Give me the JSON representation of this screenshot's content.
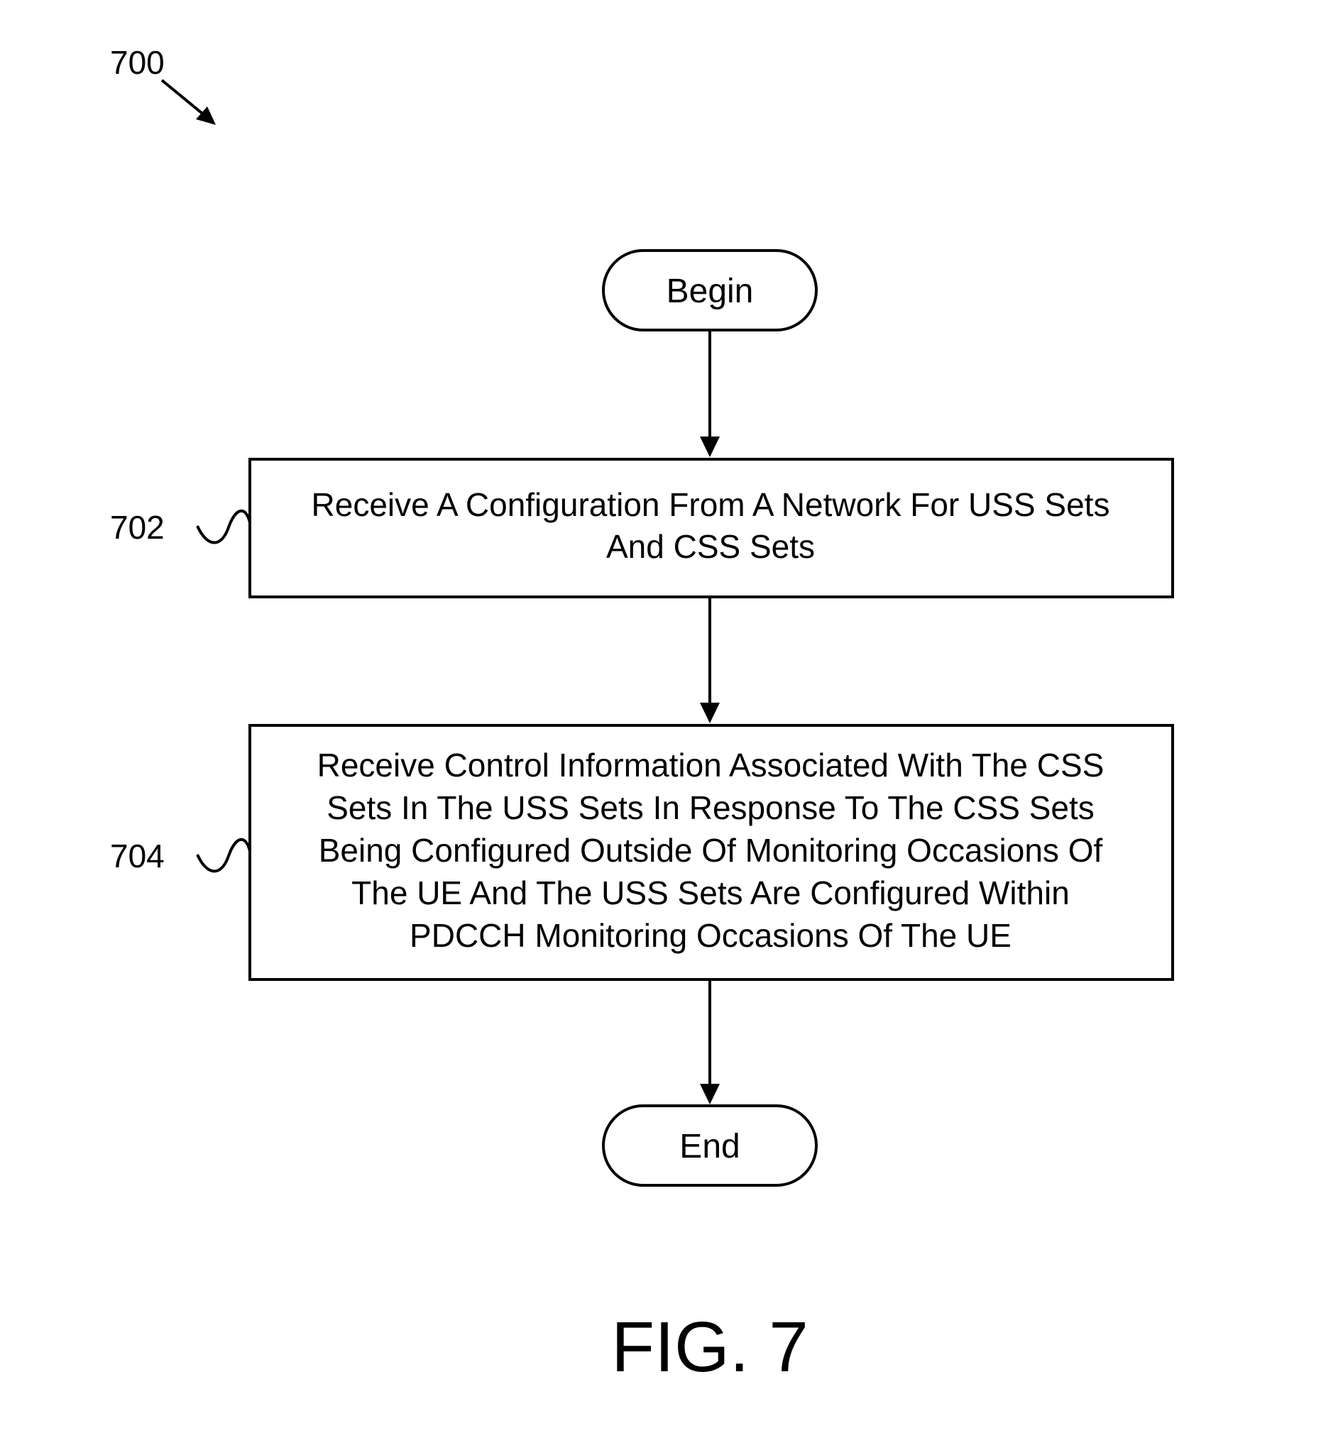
{
  "figure": {
    "number_label": "700",
    "caption": "FIG. 7"
  },
  "flowchart": {
    "begin_label": "Begin",
    "end_label": "End",
    "steps": [
      {
        "ref": "702",
        "lines": [
          "Receive A Configuration From A Network For USS Sets",
          "And CSS Sets"
        ]
      },
      {
        "ref": "704",
        "lines": [
          "Receive Control Information Associated With The CSS",
          "Sets In The USS Sets In Response To The CSS Sets",
          "Being Configured Outside Of Monitoring Occasions Of",
          "The UE And The USS Sets Are Configured Within",
          "PDCCH Monitoring Occasions Of The UE"
        ]
      }
    ]
  }
}
